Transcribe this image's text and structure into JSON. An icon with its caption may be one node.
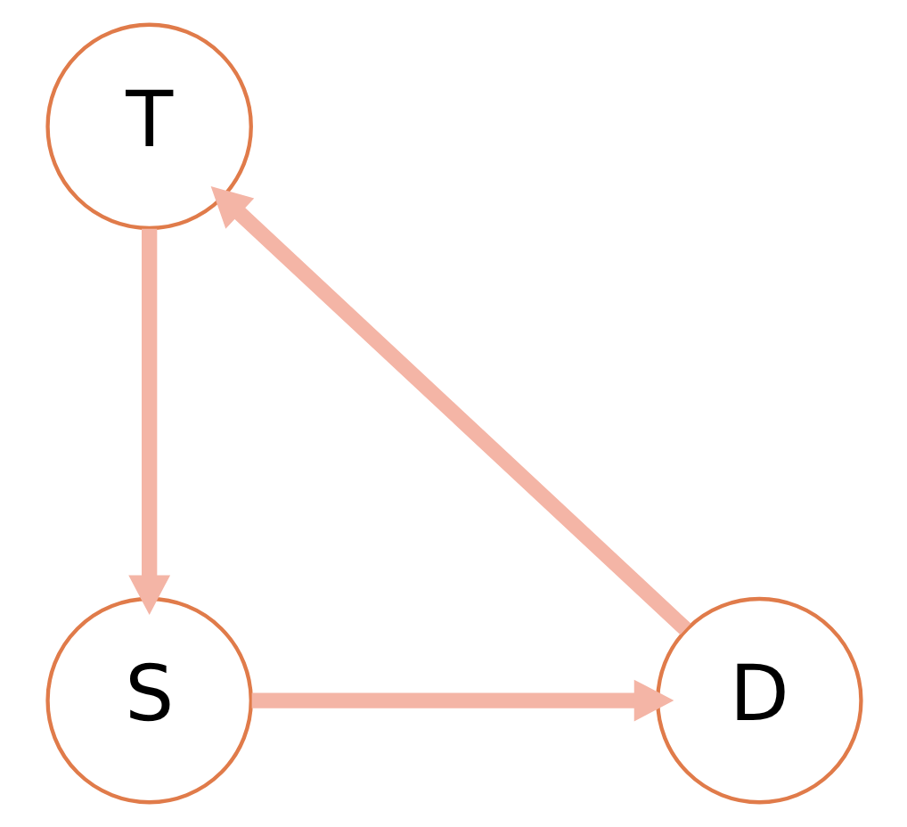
{
  "diagram": {
    "nodes": [
      {
        "text": [
          "T"
        ]
      },
      {
        "text": [
          "D"
        ]
      },
      {
        "text": [
          "S"
        ]
      }
    ],
    "edges": [
      {
        "from": 0,
        "to": 2,
        "arrow": "to"
      },
      {
        "from": 2,
        "to": 1,
        "arrow": "to"
      },
      {
        "from": 1,
        "to": 0,
        "arrow": "to"
      }
    ]
  }
}
